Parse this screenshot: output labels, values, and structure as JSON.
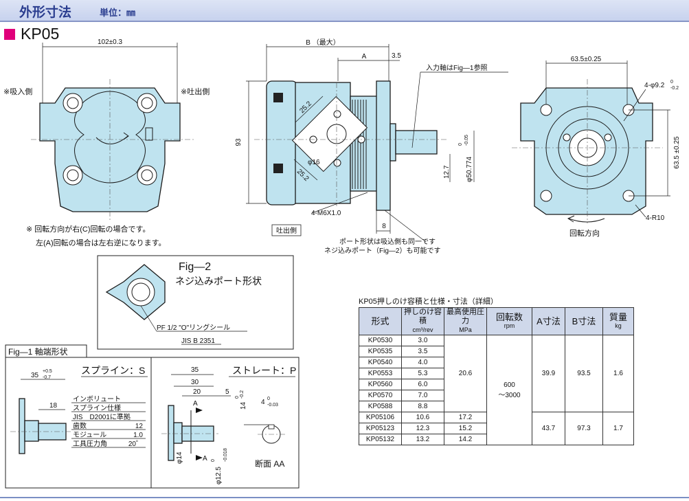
{
  "header": {
    "title": "外形寸法",
    "unit": "単位：㎜"
  },
  "model": "KP05",
  "front_view": {
    "dim_width": "102±0.3",
    "inlet_label": "※吸入側",
    "outlet_label": "※吐出側",
    "note_line1": "※ 回転方向が右(C)回転の場合です。",
    "note_line2": "左(A)回転の場合は左右逆になります。"
  },
  "side_view": {
    "dim_b": "B （最大）",
    "dim_a": "A",
    "dim_35": "3.5",
    "dim_93": "93",
    "dim_252a": "25.2",
    "dim_252b": "25.2",
    "dim_16": "φ16",
    "dim_127": "12.7",
    "dim_shaft": "φ50.774",
    "dim_shaft_tol_top": "0",
    "dim_shaft_tol_bot": "-0.05",
    "dim_8": "8",
    "screw_label": "4-M6X1.0",
    "outlet_tag": "吐出側",
    "shaft_callout": "入力軸はFig―1参照",
    "port_note1": "ポート形状は吸込側も同一です",
    "port_note2": "ネジ込みポート（Fig―2）も可能です"
  },
  "rear_view": {
    "dim_635w": "63.5±0.25",
    "dim_holes": "4-φ9.2",
    "dim_holes_tol_top": "0",
    "dim_holes_tol_bot": "-0.2",
    "dim_635h": "63.5 ±0.25",
    "dim_r10": "4-R10",
    "rotation": "回転方向"
  },
  "fig2": {
    "title1": "Fig―2",
    "title2": "ネジ込みポート形状",
    "seal": "PF 1/2 \"O\"リングシール",
    "standard": "JIS B 2351"
  },
  "fig1": {
    "title": "Fig―1 軸端形状",
    "spline_title": "スプライン：S",
    "straight_title": "ストレート：P",
    "dim_35": "35",
    "dim_35_tol_top": "+0.5",
    "dim_35_tol_bot": "-0.7",
    "dim_18": "18",
    "spline_spec": [
      {
        "label": "インボリュート",
        "value": ""
      },
      {
        "label": "スプライン仕様",
        "value": ""
      },
      {
        "label": "JIS　D2001に準拠",
        "value": ""
      },
      {
        "label": "歯数",
        "value": "12"
      },
      {
        "label": "モジュール",
        "value": "1.0"
      },
      {
        "label": "工具圧力角",
        "value": "20゜"
      }
    ],
    "p_dim_35": "35",
    "p_dim_30": "30",
    "p_dim_20": "20",
    "p_dim_5": "5",
    "p_a1": "A",
    "p_a2": "A",
    "p_dim_14": "14",
    "p_dim_14_tol_top": "0",
    "p_dim_14_tol_bot": "-0.2",
    "p_dim_4": "4",
    "p_dim_4_tol_top": "0",
    "p_dim_4_tol_bot": "-0.03",
    "p_dim_phi14": "φ14",
    "p_dim_phi125": "φ12.5",
    "p_dim_phi125_tol_top": "0",
    "p_dim_phi125_tol_bot": "-0.018",
    "section": "断面 AA"
  },
  "spec": {
    "title": "KP05押しのけ容積と仕様・寸法（詳細）",
    "headers": {
      "model": "形式",
      "disp": "押しのけ容積",
      "disp_unit": "cm³/rev",
      "press": "最高使用圧力",
      "press_unit": "MPa",
      "speed": "回転数",
      "speed_unit": "rpm",
      "a": "A寸法",
      "b": "B寸法",
      "mass": "質量",
      "mass_unit": "kg"
    },
    "rows": [
      {
        "model": "KP0530",
        "disp": "3.0"
      },
      {
        "model": "KP0535",
        "disp": "3.5"
      },
      {
        "model": "KP0540",
        "disp": "4.0"
      },
      {
        "model": "KP0553",
        "disp": "5.3"
      },
      {
        "model": "KP0560",
        "disp": "6.0"
      },
      {
        "model": "KP0570",
        "disp": "7.0"
      },
      {
        "model": "KP0588",
        "disp": "8.8"
      },
      {
        "model": "KP05106",
        "disp": "10.6"
      },
      {
        "model": "KP05123",
        "disp": "12.3"
      },
      {
        "model": "KP05132",
        "disp": "13.2"
      }
    ],
    "press_group1": "20.6",
    "press_106": "17.2",
    "press_123": "15.2",
    "press_132": "14.2",
    "speed_line1": "600",
    "speed_line2": "～3000",
    "a_group1": "39.9",
    "b_group1": "93.5",
    "mass_group1": "1.6",
    "a_group2": "43.7",
    "b_group2": "97.3",
    "mass_group2": "1.7"
  }
}
